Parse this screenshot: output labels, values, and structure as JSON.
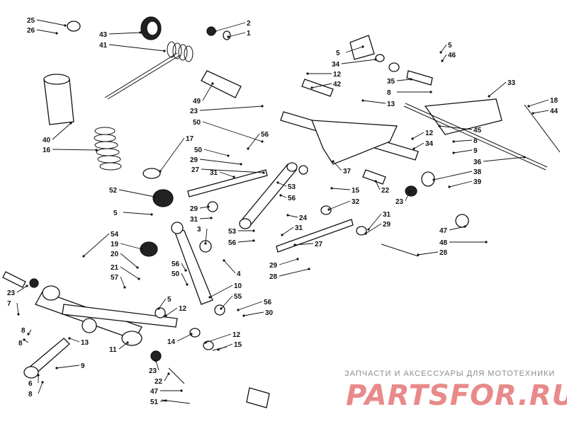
{
  "callouts": [
    "1",
    "2",
    "3",
    "4",
    "5",
    "6",
    "7",
    "8",
    "9",
    "10",
    "11",
    "12",
    "13",
    "14",
    "15",
    "16",
    "17",
    "18",
    "19",
    "20",
    "21",
    "22",
    "23",
    "24",
    "25",
    "26",
    "27",
    "28",
    "29",
    "30",
    "31",
    "32",
    "33",
    "34",
    "35",
    "36",
    "37",
    "38",
    "39",
    "40",
    "41",
    "42",
    "43",
    "44",
    "45",
    "46",
    "47",
    "48",
    "49",
    "50",
    "51",
    "52",
    "53",
    "54",
    "55",
    "56",
    "57"
  ],
  "watermark": {
    "caption": "ЗАПЧАСТИ И АКСЕССУАРЫ ДЛЯ МОТОТЕХНИКИ",
    "logo": "PARTSFOR.RU",
    "logo_color": "#e88a8a"
  }
}
